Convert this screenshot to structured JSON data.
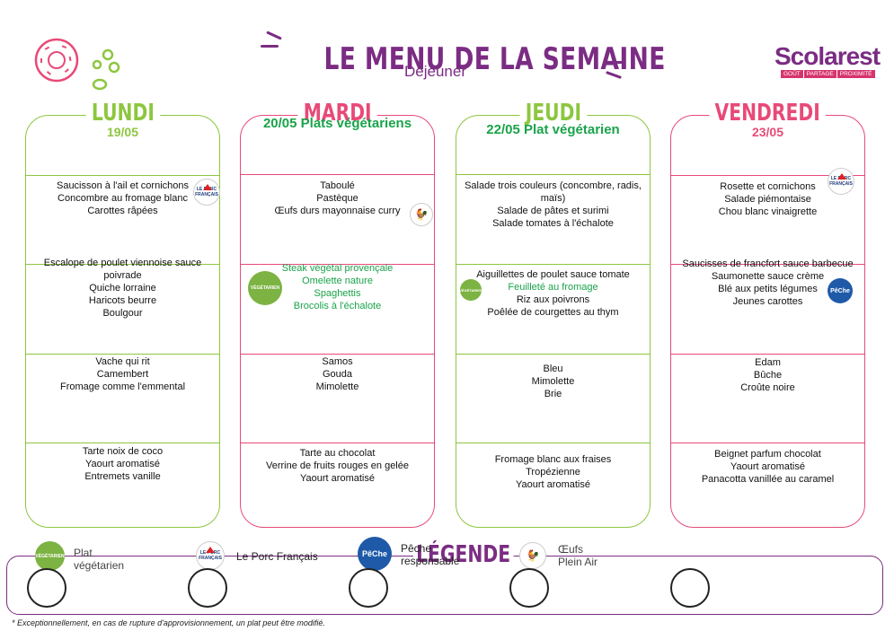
{
  "header": {
    "title": "LE MENU DE LA SEMAINE",
    "subtitle": "Déjeuner"
  },
  "logo": {
    "name": "Scolarest",
    "tags": [
      "GOÛT",
      "PARTAGE",
      "PROXIMITÉ"
    ]
  },
  "days": [
    {
      "name": "LUNDI",
      "date": "19/05",
      "note": "",
      "sections": [
        [
          "Saucisson à l'ail et cornichons",
          "Concombre au fromage blanc",
          "Carottes râpées"
        ],
        [
          "Escalope de poulet viennoise sauce poivrade",
          "Quiche lorraine",
          "Haricots beurre",
          "Boulgour"
        ],
        [
          "Vache qui rit",
          "Camembert",
          "Fromage comme l'emmental"
        ],
        [
          "Tarte noix de coco",
          "Yaourt aromatisé",
          "Entremets vanille"
        ]
      ]
    },
    {
      "name": "MARDI",
      "date": "20/05",
      "note": "20/05 Plats végétariens",
      "sections": [
        [
          "Taboulé",
          "Pastèque",
          "Œufs durs mayonnaise curry"
        ],
        [
          "Steak végétal provençale",
          "Omelette nature",
          "Spaghettis",
          "Brocolis à l'échalote"
        ],
        [
          "Samos",
          "Gouda",
          "Mimolette"
        ],
        [
          "Tarte au chocolat",
          "Verrine de fruits rouges en gelée",
          "Yaourt aromatisé"
        ]
      ]
    },
    {
      "name": "JEUDI",
      "date": "22/05",
      "note": "22/05 Plat végétarien",
      "sections": [
        [
          "Salade trois couleurs (concombre, radis, maïs)",
          "Salade de pâtes et surimi",
          "Salade tomates à l'échalote"
        ],
        [
          "Aiguillettes de poulet sauce tomate",
          "Feuilleté au fromage",
          "Riz aux poivrons",
          "Poêlée de courgettes au thym"
        ],
        [
          "Bleu",
          "Mimolette",
          "Brie"
        ],
        [
          "Fromage blanc aux fraises",
          "Tropézienne",
          "Yaourt aromatisé"
        ]
      ]
    },
    {
      "name": "VENDREDI",
      "date": "23/05",
      "note": "",
      "sections": [
        [
          "Rosette et cornichons",
          "Salade piémontaise",
          "Chou blanc vinaigrette"
        ],
        [
          "Saucisses de francfort sauce barbecue",
          "Saumonette sauce crème",
          "Blé aux petits légumes",
          "Jeunes carottes"
        ],
        [
          "Edam",
          "Bûche",
          "Croûte noire"
        ],
        [
          "Beignet parfum chocolat",
          "Yaourt aromatisé",
          "Panacotta vanillée au caramel"
        ]
      ]
    }
  ],
  "badges": {
    "porc": "LE PORC FRANÇAIS",
    "veg": "VÉGÉTARIEN",
    "peche": "PêChe",
    "oeuf": "🐓"
  },
  "legend": {
    "title": "LÉGENDE",
    "items": [
      "Plat végétarien",
      "Le Porc Français",
      "Pêche responsable",
      "Œufs Plein Air"
    ]
  },
  "footnote": "* Exceptionnellement, en cas de rupture d'approvisionnement, un plat peut être modifié.",
  "colors": {
    "purple": "#7b2c83",
    "green": "#8dc63f",
    "pink": "#e84a78",
    "veg_text": "#1aa34a",
    "peche_blue": "#1e5aa8"
  }
}
